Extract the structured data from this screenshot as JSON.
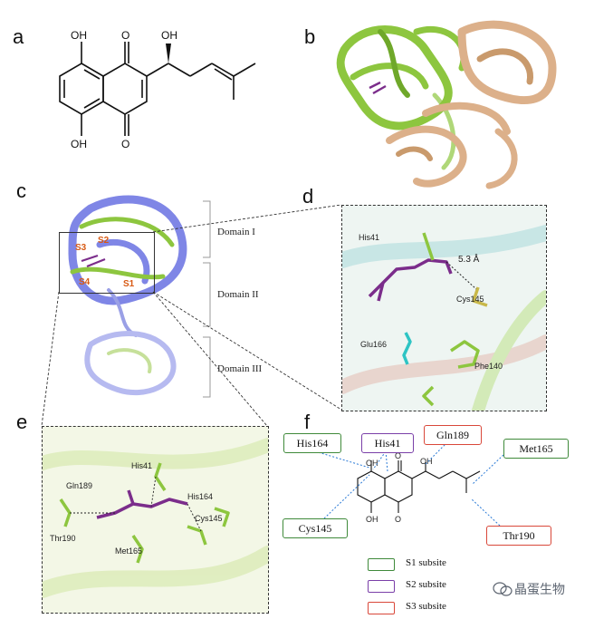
{
  "panels": {
    "a": "a",
    "b": "b",
    "c": "c",
    "d": "d",
    "e": "e",
    "f": "f"
  },
  "structure_a": {
    "oh_top": "OH",
    "oh_bottom": "OH",
    "o_top": "O",
    "o_bottom": "O",
    "oh_side": "OH"
  },
  "panel_c": {
    "domains": [
      "Domain I",
      "Domain II",
      "Domain III"
    ],
    "subsites": [
      "S2",
      "S3",
      "S4",
      "S1"
    ]
  },
  "panel_d": {
    "residues": [
      "His41",
      "5.3 Å",
      "Cys145",
      "Glu166",
      "Phe140"
    ]
  },
  "panel_e": {
    "residues": [
      "His41",
      "Gln189",
      "His164",
      "Cys145",
      "Thr190",
      "Met165"
    ]
  },
  "panel_f": {
    "boxes": [
      {
        "label": "His164",
        "color": "#3f8a3a"
      },
      {
        "label": "His41",
        "color": "#7a3fa8"
      },
      {
        "label": "Gln189",
        "color": "#d9483a"
      },
      {
        "label": "Met165",
        "color": "#3f8a3a"
      },
      {
        "label": "Cys145",
        "color": "#3f8a3a"
      },
      {
        "label": "Thr190",
        "color": "#d9483a"
      }
    ],
    "mini_oh": [
      "OH",
      "OH",
      "OH"
    ],
    "mini_o": [
      "O",
      "O"
    ]
  },
  "legend": [
    {
      "label": "S1 subsite",
      "color": "#3f8a3a"
    },
    {
      "label": "S2 subsite",
      "color": "#7a3fa8"
    },
    {
      "label": "S3 subsite",
      "color": "#d9483a"
    }
  ],
  "watermark": "晶蛋生物",
  "colors": {
    "green_protein": "#8dc63f",
    "tan_protein": "#dcb08a",
    "blue_protein": "#7f86e6",
    "ligand": "#7b2d8b",
    "cyan": "#2ec4c4"
  }
}
